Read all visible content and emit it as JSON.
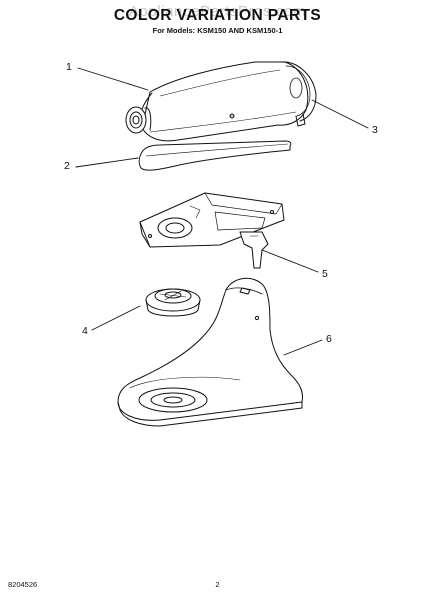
{
  "header": {
    "title": "COLOR VARIATION PARTS",
    "watermark": "AppliancePartsPros.com",
    "subtitle": "For Models: KSM150 AND KSM150-1"
  },
  "callouts": [
    "1",
    "2",
    "3",
    "4",
    "5",
    "6"
  ],
  "footer": {
    "doc_number": "8204526",
    "page_number": "2"
  }
}
